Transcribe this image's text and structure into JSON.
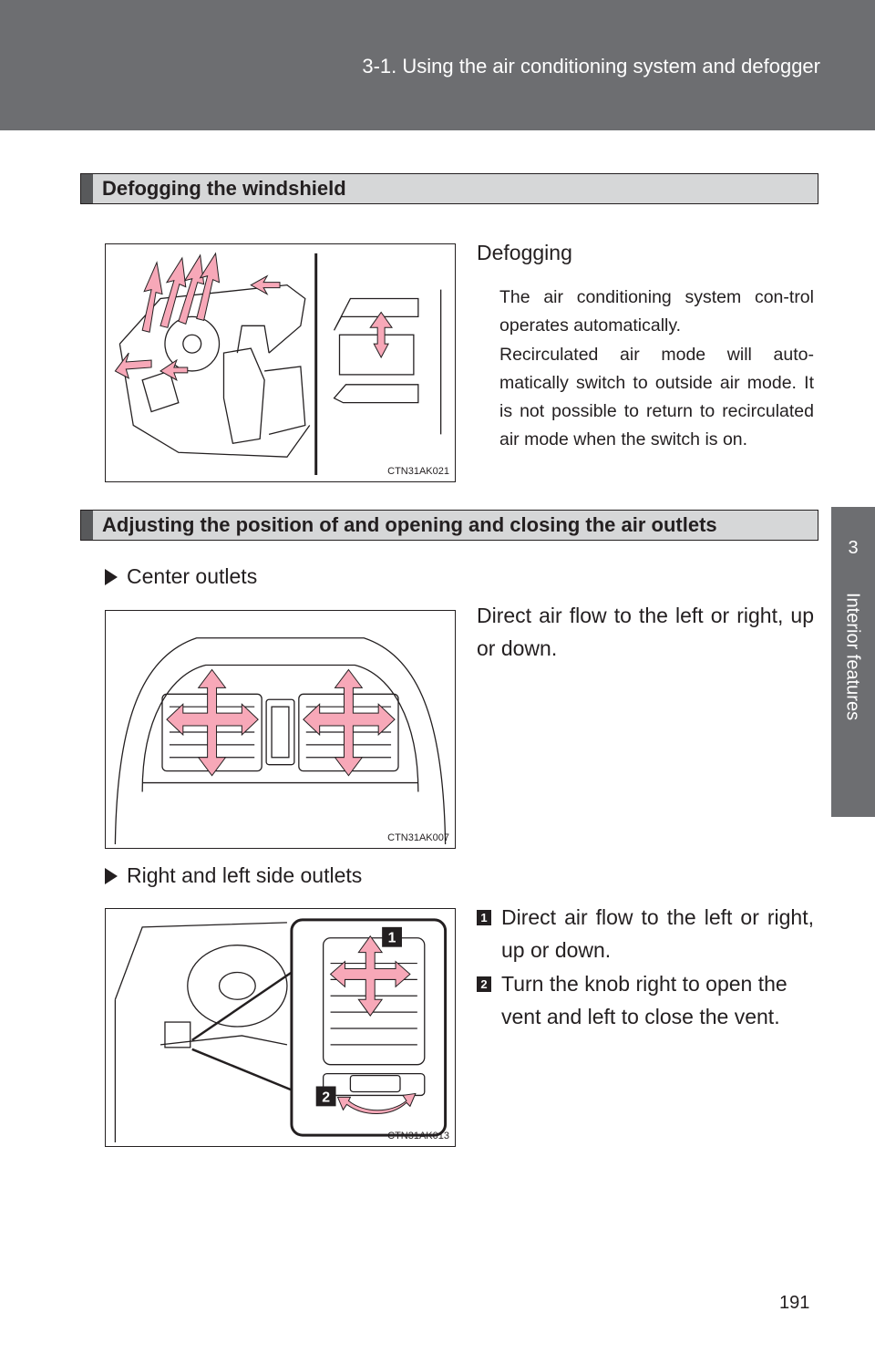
{
  "header": {
    "title": "3-1. Using the air conditioning system and defogger"
  },
  "side_tab": {
    "number": "3",
    "label": "Interior features"
  },
  "section1": {
    "heading": "Defogging the windshield",
    "figure_code": "CTN31AK021",
    "subheading": "Defogging",
    "para1": "The air conditioning system con-trol operates automatically.",
    "para2": "Recirculated air mode will auto-matically switch to outside air mode. It is not possible to return to recirculated air mode when the switch is on."
  },
  "section2": {
    "heading": "Adjusting the position of and opening and closing the air outlets",
    "center": {
      "label": "Center outlets",
      "text": "Direct air flow to the left or right, up or down.",
      "figure_code": "CTN31AK007"
    },
    "side": {
      "label": "Right and left side outlets",
      "figure_code": "CTN31AK013",
      "items": [
        {
          "num": "1",
          "text": "Direct air flow to the left or right, up or down."
        },
        {
          "num": "2",
          "text": "Turn the knob right to open the vent and left to close the vent."
        }
      ]
    }
  },
  "page_number": "191",
  "colors": {
    "header_bg": "#6d6e71",
    "heading_bg": "#d6d7d8",
    "arrow_pink": "#f7a8b8"
  }
}
